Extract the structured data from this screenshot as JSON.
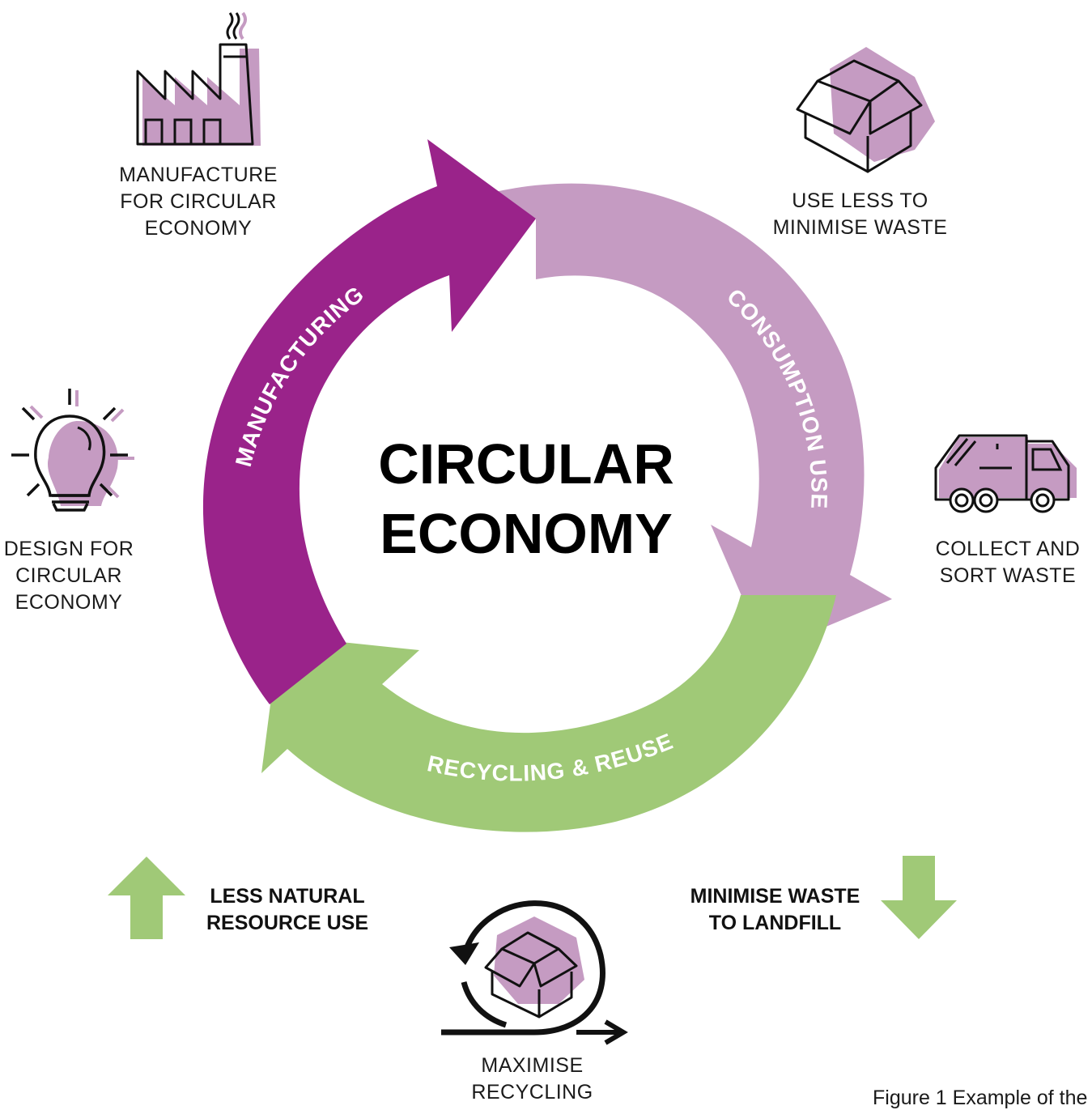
{
  "title": "CIRCULAR\nECONOMY",
  "colors": {
    "manufacturing": "#9a238a",
    "consumption": "#c59bc2",
    "recycling": "#a0c977",
    "icon_fill": "#c59bc2",
    "outline": "#111111"
  },
  "cycle": [
    {
      "label": "MANUFACTURING",
      "color": "#9a238a"
    },
    {
      "label": "CONSUMPTION USE",
      "color": "#c59bc2"
    },
    {
      "label": "RECYCLING & REUSE",
      "color": "#a0c977"
    }
  ],
  "steps": [
    {
      "label": "MANUFACTURE\nFOR CIRCULAR\nECONOMY",
      "icon": "factory-icon"
    },
    {
      "label": "USE LESS TO\nMINIMISE WASTE",
      "icon": "box-icon"
    },
    {
      "label": "DESIGN FOR\nCIRCULAR\nECONOMY",
      "icon": "lightbulb-icon"
    },
    {
      "label": "COLLECT AND\nSORT WASTE",
      "icon": "garbage-truck-icon"
    },
    {
      "label": "MAXIMISE\nRECYCLING",
      "icon": "recycle-box-icon"
    }
  ],
  "outcomes": [
    {
      "label": "LESS NATURAL\nRESOURCE USE",
      "icon": "arrow-up-icon"
    },
    {
      "label": "MINIMISE WASTE\nTO LANDFILL",
      "icon": "arrow-down-icon"
    }
  ],
  "figure_note": "Figure 1 Example of the"
}
